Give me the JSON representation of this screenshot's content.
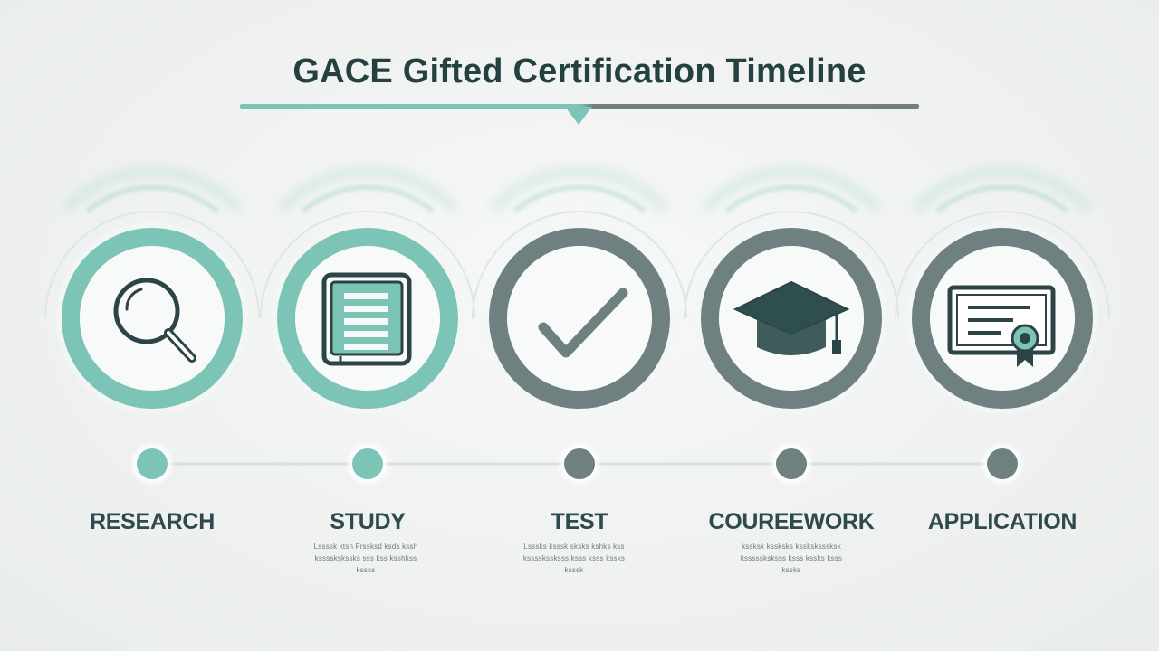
{
  "title": "GACE Gifted Certification Timeline",
  "colors": {
    "teal": "#7cc4b6",
    "teal_dark": "#5fb0a2",
    "gray": "#6e8080",
    "gray_dark": "#5c6c6c",
    "ink": "#2c4446"
  },
  "steps": [
    {
      "label": "RESEARCH",
      "icon": "magnifier-icon",
      "color": "teal",
      "desc": []
    },
    {
      "label": "STUDY",
      "icon": "book-icon",
      "color": "teal",
      "desc": [
        "Lssssk ktsh Frssksd ksds kssh",
        "ksssskskssks sss kss ksshkss",
        "kssss"
      ]
    },
    {
      "label": "TEST",
      "icon": "checkmark-icon",
      "color": "gray",
      "desc": [
        "Lsssks ksssk sksks kshks kss",
        "ksssskssksss ksss ksss kssks",
        "ksssk"
      ]
    },
    {
      "label": "COUREEWORK",
      "icon": "graduation-cap-icon",
      "color": "gray",
      "desc": [
        "kssksk kssksks kssksksssksk",
        "ksssssksksss ksss kssks ksss",
        "kssks"
      ]
    },
    {
      "label": "APPLICATION",
      "icon": "certificate-icon",
      "color": "gray",
      "desc": []
    }
  ]
}
